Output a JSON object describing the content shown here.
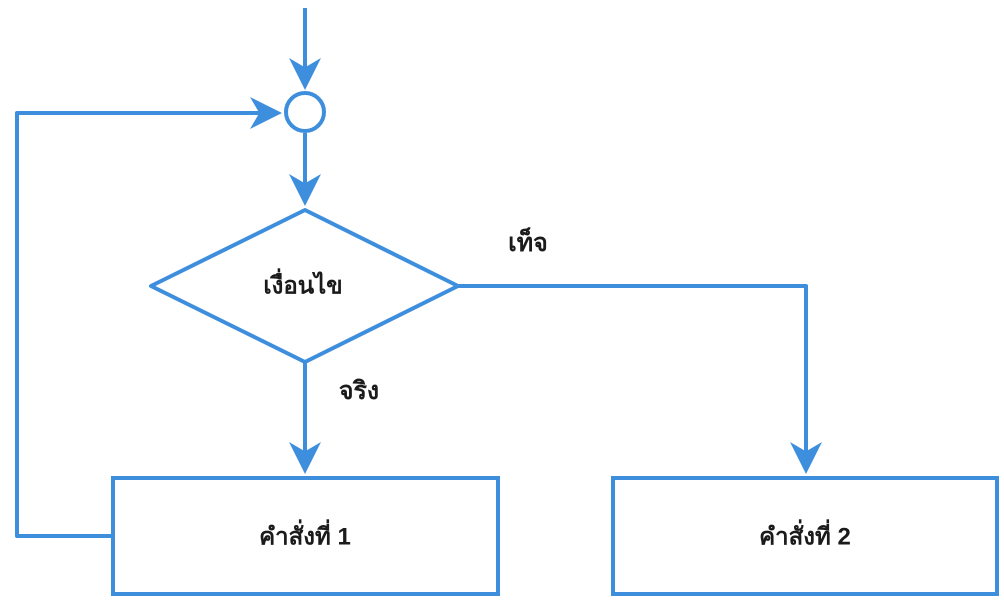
{
  "diagram": {
    "type": "flowchart",
    "accent_color": "#3E8EDE",
    "text_color": "#1b1b1b",
    "background_color": "#ffffff",
    "nodes": [
      {
        "id": "loop-connector",
        "shape": "circle",
        "label": ""
      },
      {
        "id": "condition",
        "shape": "diamond",
        "label": "เงื่อนไข"
      },
      {
        "id": "statement-1",
        "shape": "rectangle",
        "label": "คำสั่งที่ 1"
      },
      {
        "id": "statement-2",
        "shape": "rectangle",
        "label": "คำสั่งที่ 2"
      }
    ],
    "edges": [
      {
        "from": "start",
        "to": "loop-connector",
        "label": ""
      },
      {
        "from": "loop-connector",
        "to": "condition",
        "label": ""
      },
      {
        "from": "condition",
        "to": "statement-1",
        "label": "จริง"
      },
      {
        "from": "condition",
        "to": "statement-2",
        "label": "เท็จ"
      },
      {
        "from": "statement-1",
        "to": "loop-connector",
        "label": ""
      }
    ],
    "labels": {
      "condition": "เงื่อนไข",
      "true_branch": "จริง",
      "false_branch": "เท็จ",
      "statement1": "คำสั่งที่ 1",
      "statement2": "คำสั่งที่ 2"
    }
  }
}
